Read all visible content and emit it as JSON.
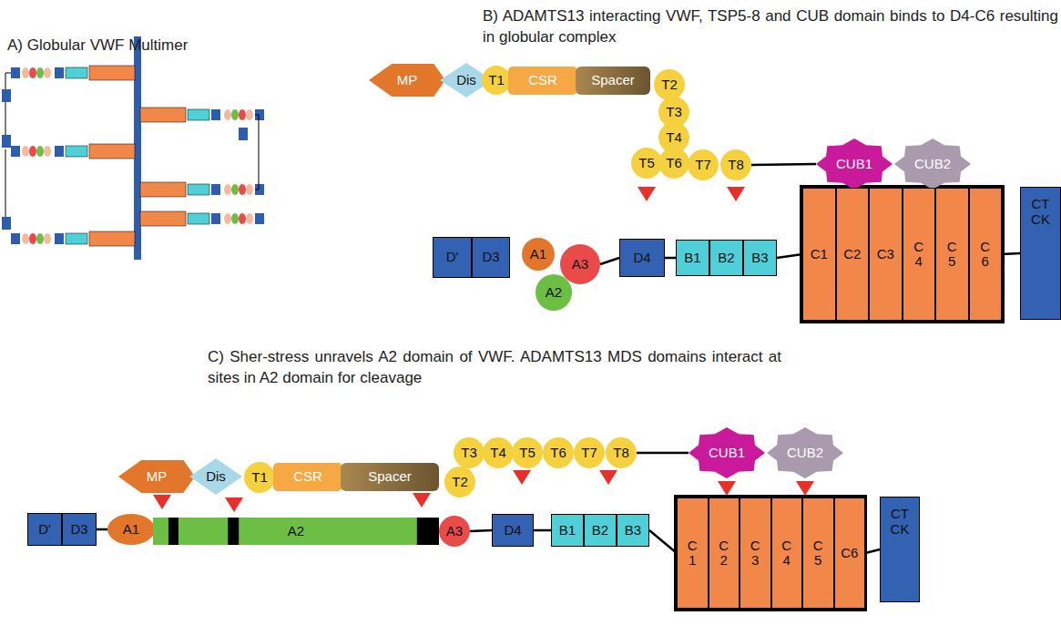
{
  "diagram": {
    "nodes": [
      {
        "text": [
          "MP"
        ]
      },
      {
        "text": [
          "Dis"
        ]
      },
      {
        "text": [
          "T1"
        ]
      },
      {
        "text": [
          "CSR"
        ]
      },
      {
        "text": [
          "Spacer"
        ]
      },
      {
        "text": [
          "T2"
        ]
      },
      {
        "text": [
          "T3"
        ]
      },
      {
        "text": [
          "T4"
        ]
      },
      {
        "text": [
          "T5"
        ]
      },
      {
        "text": [
          "T6"
        ]
      },
      {
        "text": [
          "T7"
        ]
      },
      {
        "text": [
          "T8"
        ]
      },
      {
        "text": [
          "CUB1"
        ]
      },
      {
        "text": [
          "CUB2"
        ]
      },
      {
        "text": [
          "D'"
        ]
      },
      {
        "text": [
          "D3"
        ]
      },
      {
        "text": [
          "A1"
        ]
      },
      {
        "text": [
          "A2"
        ]
      },
      {
        "text": [
          "A3"
        ]
      },
      {
        "text": [
          "D4"
        ]
      },
      {
        "text": [
          "B1"
        ]
      },
      {
        "text": [
          "B2"
        ]
      },
      {
        "text": [
          "B3"
        ]
      },
      {
        "text": [
          "C1"
        ]
      },
      {
        "text": [
          "C2"
        ]
      },
      {
        "text": [
          "C3"
        ]
      },
      {
        "text": [
          "C 4"
        ]
      },
      {
        "text": [
          "C 5"
        ]
      },
      {
        "text": [
          "C 6"
        ]
      },
      {
        "text": [
          "CT CK"
        ]
      },
      {
        "text": [
          "MP"
        ]
      },
      {
        "text": [
          "Dis"
        ]
      },
      {
        "text": [
          "T1"
        ]
      },
      {
        "text": [
          "CSR"
        ]
      },
      {
        "text": [
          "Spacer"
        ]
      },
      {
        "text": [
          "T2"
        ]
      },
      {
        "text": [
          "T3"
        ]
      },
      {
        "text": [
          "T4"
        ]
      },
      {
        "text": [
          "T5"
        ]
      },
      {
        "text": [
          "T6"
        ]
      },
      {
        "text": [
          "T7"
        ]
      },
      {
        "text": [
          "T8"
        ]
      },
      {
        "text": [
          "CUB1"
        ]
      },
      {
        "text": [
          "CUB2"
        ]
      },
      {
        "text": [
          "D'"
        ]
      },
      {
        "text": [
          "D3"
        ]
      },
      {
        "text": [
          "A1"
        ]
      },
      {
        "text": [
          "A2"
        ]
      },
      {
        "text": [
          "A3"
        ]
      },
      {
        "text": [
          "D4"
        ]
      },
      {
        "text": [
          "B1"
        ]
      },
      {
        "text": [
          "B2"
        ]
      },
      {
        "text": [
          "B3"
        ]
      },
      {
        "text": [
          "C 1"
        ]
      },
      {
        "text": [
          "C 2"
        ]
      },
      {
        "text": [
          "C 3"
        ]
      },
      {
        "text": [
          "C 4"
        ]
      },
      {
        "text": [
          "C 5"
        ]
      },
      {
        "text": [
          "C6"
        ]
      },
      {
        "text": [
          "CT CK"
        ]
      }
    ],
    "edges": [
      {
        "from": 11,
        "to": 12,
        "arrow": "none"
      },
      {
        "from": 18,
        "to": 19,
        "arrow": "none"
      },
      {
        "from": 19,
        "to": 20,
        "arrow": "none"
      },
      {
        "from": 22,
        "to": 23,
        "arrow": "none"
      },
      {
        "from": 28,
        "to": 29,
        "arrow": "none"
      },
      {
        "from": 41,
        "to": 42,
        "arrow": "none"
      },
      {
        "from": 45,
        "to": 46,
        "arrow": "none"
      },
      {
        "from": 48,
        "to": 49,
        "arrow": "none"
      },
      {
        "from": 49,
        "to": 50,
        "arrow": "none"
      },
      {
        "from": 52,
        "to": 53,
        "arrow": "none"
      },
      {
        "from": 58,
        "to": 59,
        "arrow": "none"
      }
    ],
    "labels": [
      "A) Globular VWF Multimer",
      "B) ADAMTS13 interacting VWF, TSP5-8 and CUB domain binds to D4-C6 resulting in globular complex",
      "C) Sher-stress unravels A2 domain of VWF. ADAMTS13 MDS domains interact at sites in A2 domain for cleavage"
    ]
  }
}
